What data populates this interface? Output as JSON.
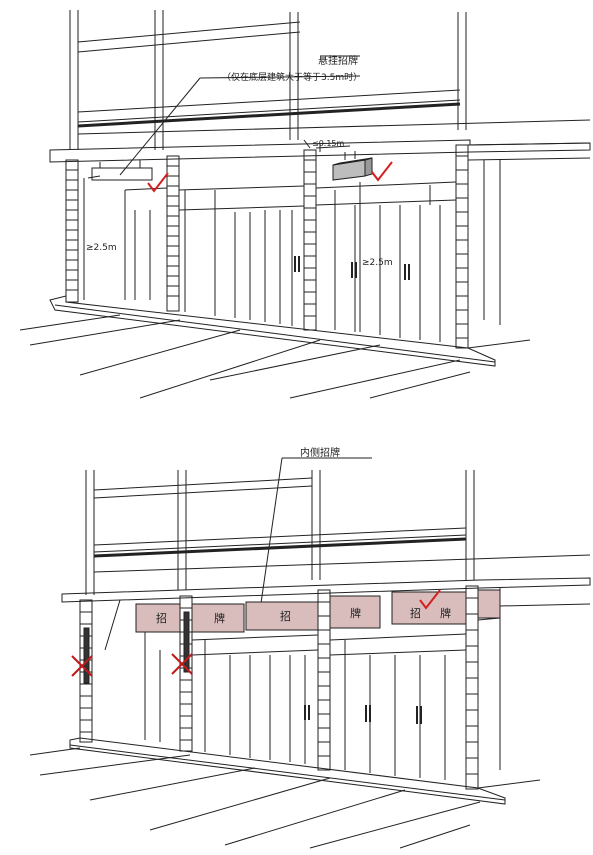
{
  "top": {
    "callout_title": "悬挂招牌",
    "callout_note": "（仅在底层建筑大于等于3.5m时）",
    "dim_projection": "≤0.15m",
    "dim_height_left": "≥2.5m",
    "dim_height_right": "≥2.5m"
  },
  "bottom": {
    "callout_title": "内侧招牌",
    "sign_chars": [
      "招",
      "牌",
      "招",
      "牌",
      "招",
      "牌"
    ]
  },
  "colors": {
    "line": "#222222",
    "sign_fill": "#d9bcbc",
    "hanging_sign_fill": "#bdbdbd",
    "check": "#d42020",
    "cross": "#c01a1a"
  }
}
